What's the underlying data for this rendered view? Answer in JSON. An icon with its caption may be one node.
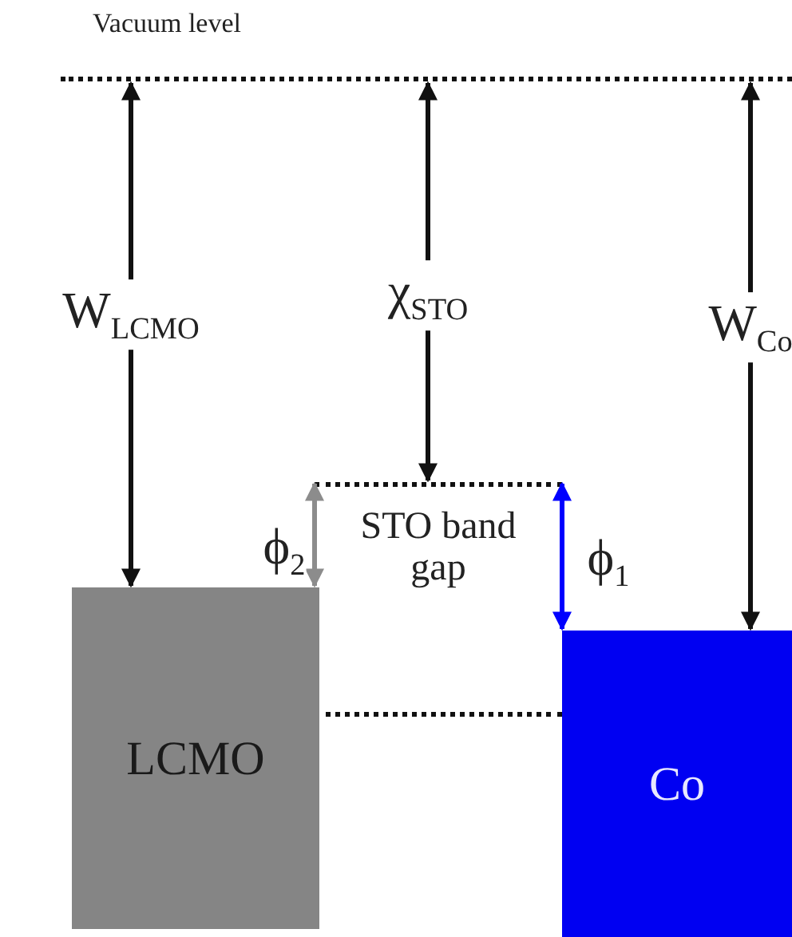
{
  "diagram": {
    "nodes": [
      {
        "text": [
          "Vacuum level"
        ]
      },
      {
        "text": [
          "STO band gap"
        ]
      },
      {
        "text": [
          "LCMO"
        ]
      },
      {
        "text": [
          "Co"
        ]
      }
    ],
    "edges": [
      {
        "from": 0,
        "to": 2,
        "arrow": "both",
        "label": "W$_{LCMO}$"
      },
      {
        "from": 0,
        "to": 1,
        "arrow": "both",
        "label": "χ$_{STO}$"
      },
      {
        "from": 0,
        "to": 3,
        "arrow": "both",
        "label": "W$_{Co}$"
      },
      {
        "from": 1,
        "to": 2,
        "arrow": "both",
        "label": "ϕ$_{2}$",
        "color": "#8c8c8c"
      },
      {
        "from": 1,
        "to": 3,
        "arrow": "both",
        "label": "ϕ$_{1}$",
        "color": "#0000ff"
      }
    ]
  }
}
